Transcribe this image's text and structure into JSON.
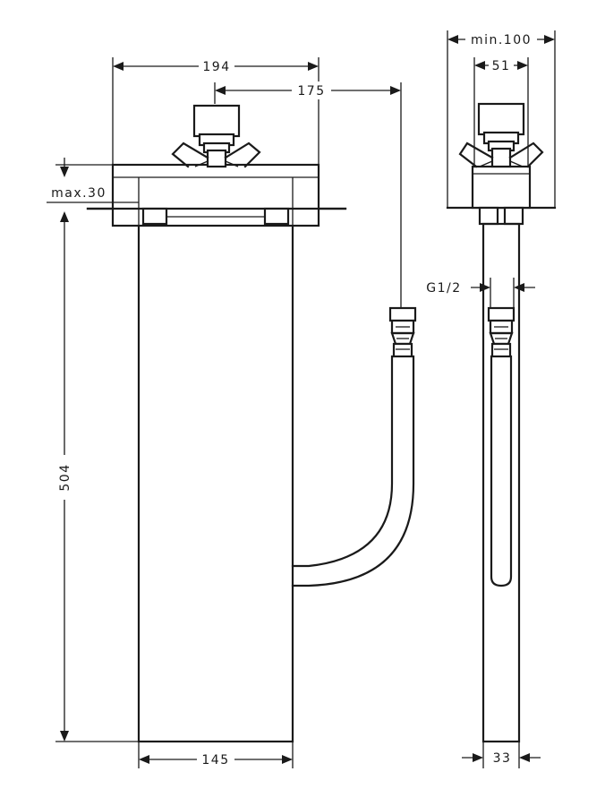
{
  "dimensions": {
    "width_194": "194",
    "offset_175": "175",
    "max_30": "max.30",
    "height_504": "504",
    "width_145": "145",
    "min_100": "min.100",
    "width_51": "51",
    "thread_g12": "G1/2",
    "depth_33": "33"
  }
}
